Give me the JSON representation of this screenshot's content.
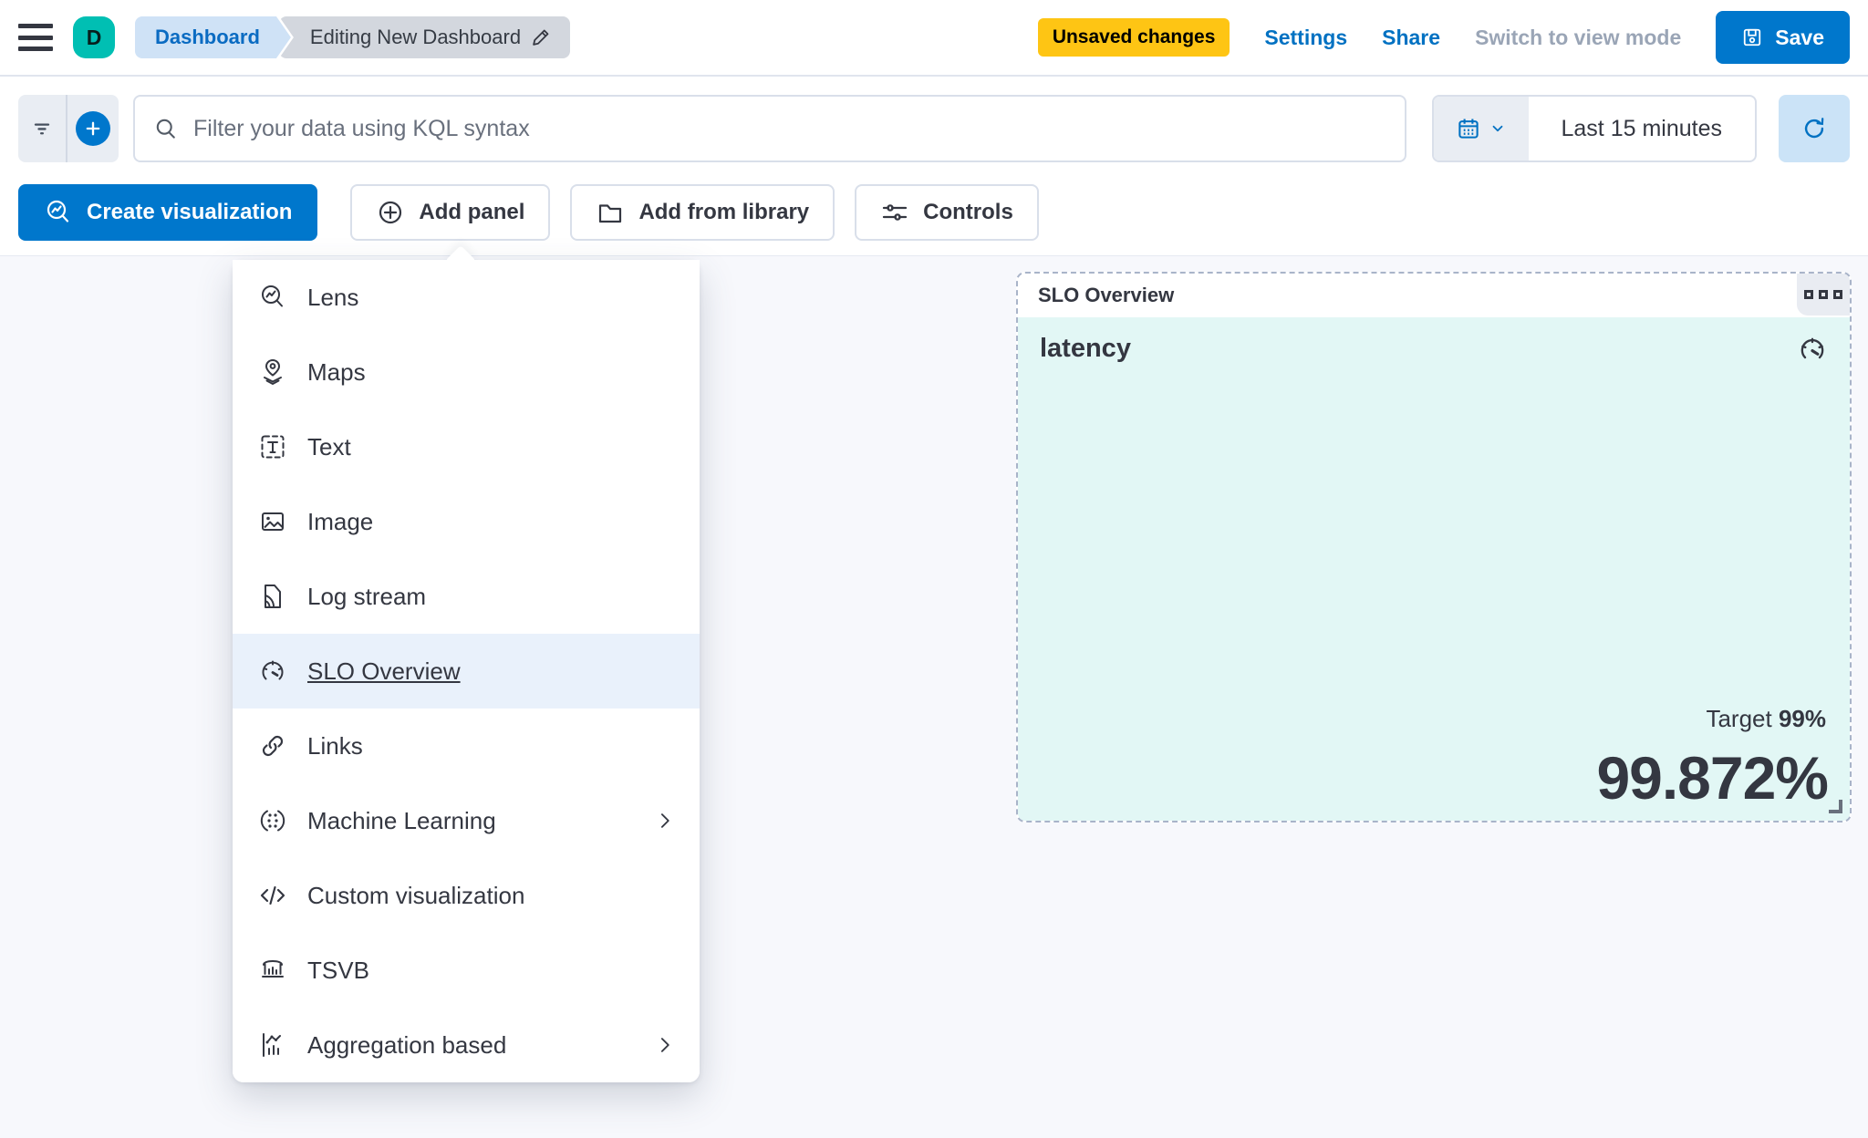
{
  "colors": {
    "accent_blue": "#0077CC",
    "link_blue": "#0071C2",
    "warning_yellow": "#FEC514",
    "avatar_teal": "#00BFB3",
    "panel_body_mint": "#E2F7F5",
    "menu_highlight": "#E9F1FB",
    "text_dark": "#343741",
    "text_subdued": "#69707D",
    "text_disabled": "#9AA5B6"
  },
  "header": {
    "avatar_initial": "D",
    "breadcrumbs": [
      {
        "label": "Dashboard"
      },
      {
        "label": "Editing New Dashboard"
      }
    ],
    "unsaved_badge": "Unsaved changes",
    "settings_label": "Settings",
    "share_label": "Share",
    "view_mode_label": "Switch to view mode",
    "save_label": "Save"
  },
  "filter_bar": {
    "search_placeholder": "Filter your data using KQL syntax",
    "time_range": "Last 15 minutes"
  },
  "toolbar": {
    "create_visualization_label": "Create visualization",
    "add_panel_label": "Add panel",
    "add_from_library_label": "Add from library",
    "controls_label": "Controls"
  },
  "add_panel_menu": {
    "items": [
      {
        "label": "Lens",
        "icon": "lens-icon",
        "submenu": false,
        "selected": false
      },
      {
        "label": "Maps",
        "icon": "maps-icon",
        "submenu": false,
        "selected": false
      },
      {
        "label": "Text",
        "icon": "text-icon",
        "submenu": false,
        "selected": false
      },
      {
        "label": "Image",
        "icon": "image-icon",
        "submenu": false,
        "selected": false
      },
      {
        "label": "Log stream",
        "icon": "log-stream-icon",
        "submenu": false,
        "selected": false
      },
      {
        "label": "SLO Overview",
        "icon": "gauge-icon",
        "submenu": false,
        "selected": true
      },
      {
        "label": "Links",
        "icon": "link-icon",
        "submenu": false,
        "selected": false
      },
      {
        "label": "Machine Learning",
        "icon": "machine-learning-icon",
        "submenu": true,
        "selected": false
      },
      {
        "label": "Custom visualization",
        "icon": "code-icon",
        "submenu": false,
        "selected": false
      },
      {
        "label": "TSVB",
        "icon": "tsvb-icon",
        "submenu": false,
        "selected": false
      },
      {
        "label": "Aggregation based",
        "icon": "aggregation-icon",
        "submenu": true,
        "selected": false
      }
    ]
  },
  "slo_panel": {
    "header_title": "SLO Overview",
    "slo_name": "latency",
    "target_label": "Target",
    "target_value": "99%",
    "observed_value": "99.872%"
  }
}
